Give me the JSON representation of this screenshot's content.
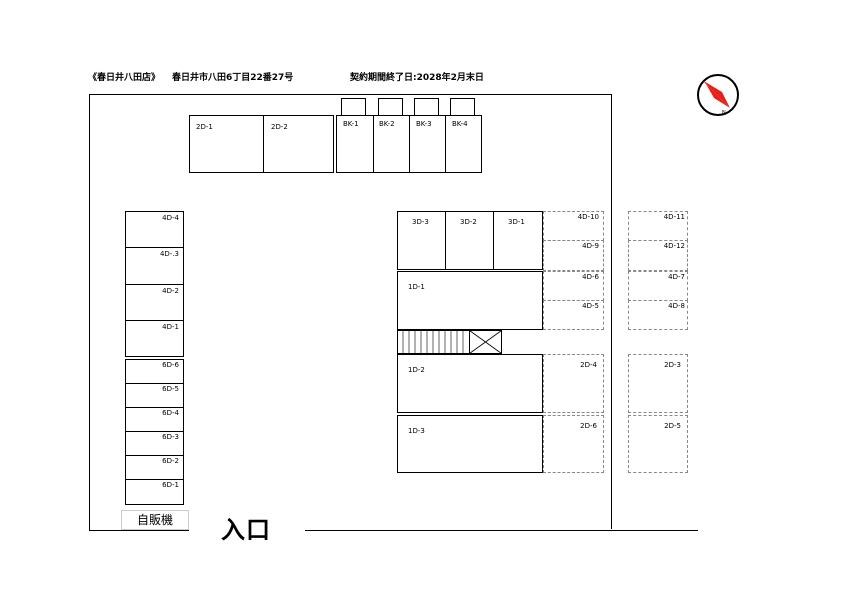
{
  "header": {
    "store": "《春日井八田店》",
    "address": "春日井市八田6丁目22番27号",
    "contract": "契約期間終了日:2028年2月末日"
  },
  "labels": {
    "entrance": "入口",
    "vending": "自販機",
    "compass": "N"
  },
  "units": {
    "top_2d": [
      "2D-1",
      "2D-2"
    ],
    "bike": [
      "BK-1",
      "BK-2",
      "BK-3",
      "BK-4"
    ],
    "left_4d": [
      "4D-4",
      "4D-.3",
      "4D-2",
      "4D-1"
    ],
    "left_6d": [
      "6D-6",
      "6D-5",
      "6D-4",
      "6D-3",
      "6D-2",
      "6D-1"
    ],
    "block_3d": [
      "3D-3",
      "3D-2",
      "3D-1"
    ],
    "block_4d_a": [
      "4D-10",
      "4D-9",
      "4D-6",
      "4D-5"
    ],
    "block_4d_b": [
      "4D-11",
      "4D-12",
      "4D-7",
      "4D-8"
    ],
    "block_1d": [
      "1D-1",
      "1D-2",
      "1D-3"
    ],
    "block_2d_right": [
      "2D-4",
      "2D-3",
      "2D-6",
      "2D-5"
    ]
  },
  "colors": {
    "compass_arrow": "#e8201b"
  }
}
